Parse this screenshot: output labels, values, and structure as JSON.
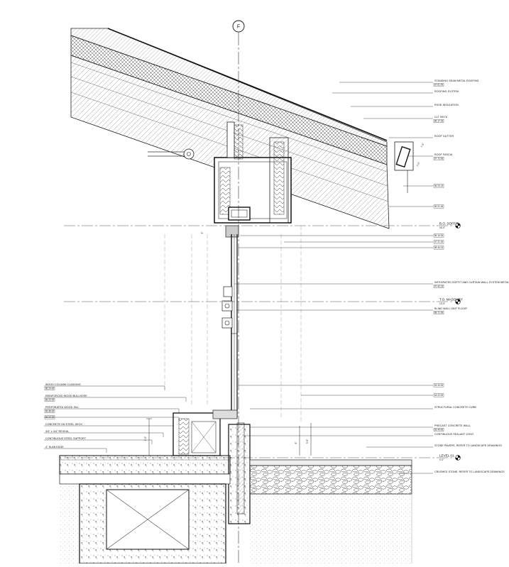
{
  "drawing": {
    "grid_bubble": "F",
    "levels": [
      {
        "name": "B.O. SOFFIT",
        "elev": "16'-0\""
      },
      {
        "name": "T.O. MASONRY",
        "elev": "12'-0\""
      },
      {
        "name": "LEVEL 01",
        "elev": "0'-0\""
      }
    ],
    "callouts_right": [
      {
        "text": "STANDING SEAM METAL ROOFING",
        "ref": "07 61 00"
      },
      {
        "text": "ROOFING SYSTEM",
        "ref": ""
      },
      {
        "text": "RIGID INSULATION",
        "ref": ""
      },
      {
        "text": "CLT DECK",
        "ref": "06 17 19"
      },
      {
        "text": "ROOF GUTTER",
        "ref": ""
      },
      {
        "text": "ROOF FASCIA",
        "ref": "07 71 00"
      },
      {
        "text": "",
        "ref": "06 20 13"
      },
      {
        "text": "",
        "ref": "09 21 16"
      },
      {
        "text": "",
        "ref": "06 10 00"
      },
      {
        "text": "",
        "ref": "07 21 00"
      },
      {
        "text": "",
        "ref": "08 44 13"
      },
      {
        "text": "INTEGRATED SOFFIT AND CURTAIN WALL SYSTEM METAL ENCLOSURE",
        "ref": "07 42 13"
      },
      {
        "text": "BLIND WALL UNIT FLOOR",
        "ref": "08 71 00"
      },
      {
        "text": "",
        "ref": "03 30 00"
      },
      {
        "text": "",
        "ref": "04 22 00"
      },
      {
        "text": "STRUCTURAL CONCRETE CURB",
        "ref": ""
      },
      {
        "text": "PRECAST CONCRETE WALL",
        "ref": "03 40 00"
      },
      {
        "text": "CONTINUOUS SEALANT JOINT",
        "ref": ""
      },
      {
        "text": "STONE PAVERS, REFER TO LANDSCAPE DRAWINGS",
        "ref": ""
      },
      {
        "text": "CRUSHED STONE, REFER TO LANDSCAPE DRAWINGS",
        "ref": ""
      }
    ],
    "callouts_left": [
      {
        "text": "WOOD COLUMN CLADDING",
        "ref": "06 20 00"
      },
      {
        "text": "REINFORCED WOOD BULLNOSE",
        "ref": "06 22 00"
      },
      {
        "text": "PERFORATED WOOD SILL",
        "ref": "06 46 00"
      },
      {
        "text": "",
        "ref": "06 22 00"
      },
      {
        "text": "CONCRETE ON STEEL DECK",
        "ref": ""
      },
      {
        "text": "3/4\" x 3/4\" REVEAL",
        "ref": ""
      },
      {
        "text": "CONTINUOUS STEEL SUPPORT",
        "ref": ""
      },
      {
        "text": "4\" SLAB EDGE",
        "ref": ""
      }
    ],
    "dims": [
      "1'-0\"",
      "6\"",
      "3'-0\"",
      "1'-6\"",
      "2'-0\"",
      "3\""
    ]
  }
}
